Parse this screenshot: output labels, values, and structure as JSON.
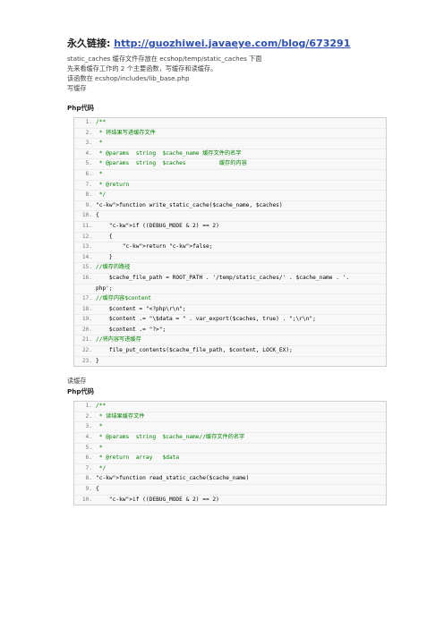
{
  "header": {
    "label": "永久链接: ",
    "url_text": "http://guozhiwei.javaeye.com/blog/673291"
  },
  "intro": [
    "static_caches 缓存文件存放在 ecshop/temp/static_caches 下面",
    "先来看缓存工作的 2 个主要函数，写缓存和读缓存。",
    "该函数在 ecshop/includes/lib_base.php",
    "写缓存"
  ],
  "code_caption": "Php代码",
  "write_block": [
    {
      "n": "1.",
      "t": "/**"
    },
    {
      "n": "2.",
      "t": " * 将结果写进缓存文件"
    },
    {
      "n": "3.",
      "t": " *"
    },
    {
      "n": "4.",
      "t": " * @params  string  $cache_name 缓存文件的名字"
    },
    {
      "n": "5.",
      "t": " * @params  string  $caches          缓存的内容"
    },
    {
      "n": "6.",
      "t": " *"
    },
    {
      "n": "7.",
      "t": " * @return"
    },
    {
      "n": "8.",
      "t": " */"
    },
    {
      "n": "9.",
      "t": "function write_static_cache($cache_name, $caches)"
    },
    {
      "n": "10.",
      "t": "{"
    },
    {
      "n": "11.",
      "t": "    if ((DEBUG_MODE & 2) == 2)"
    },
    {
      "n": "12.",
      "t": "    {"
    },
    {
      "n": "13.",
      "t": "        return false;"
    },
    {
      "n": "14.",
      "t": "    }"
    },
    {
      "n": "15.",
      "t": "//缓存的路径"
    },
    {
      "n": "16.",
      "t": "    $cache_file_path = ROOT_PATH . '/temp/static_caches/' . $cache_name . '."
    },
    {
      "n": "",
      "t": "php';"
    },
    {
      "n": "17.",
      "t": "//缓存内容$content"
    },
    {
      "n": "18.",
      "t": "    $content = \"<?php\\r\\n\";"
    },
    {
      "n": "19.",
      "t": "    $content .= \"\\$data = \" . var_export($caches, true) . \";\\r\\n\";"
    },
    {
      "n": "20.",
      "t": "    $content .= \"?>\";"
    },
    {
      "n": "21.",
      "t": "//将内容写进缓存"
    },
    {
      "n": "22.",
      "t": "    file_put_contents($cache_file_path, $content, LOCK_EX);"
    },
    {
      "n": "23.",
      "t": "}"
    }
  ],
  "read_caption": "读缓存",
  "read_block": [
    {
      "n": "1.",
      "t": "/**"
    },
    {
      "n": "2.",
      "t": " * 读结果缓存文件"
    },
    {
      "n": "3.",
      "t": " *"
    },
    {
      "n": "4.",
      "t": " * @params  string  $cache_name//缓存文件的名字"
    },
    {
      "n": "5.",
      "t": " *"
    },
    {
      "n": "6.",
      "t": " * @return  array   $data"
    },
    {
      "n": "7.",
      "t": " */"
    },
    {
      "n": "8.",
      "t": "function read_static_cache($cache_name)"
    },
    {
      "n": "9.",
      "t": "{"
    },
    {
      "n": "10.",
      "t": "    if ((DEBUG_MODE & 2) == 2)"
    }
  ]
}
